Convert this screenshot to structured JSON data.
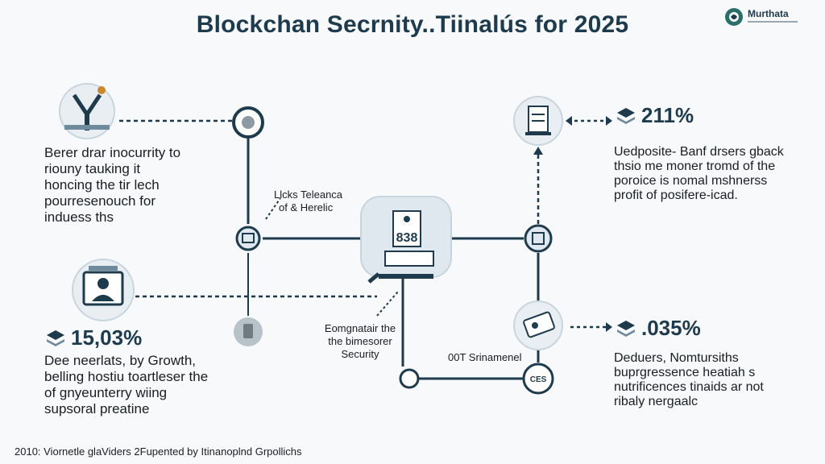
{
  "title": "Blockchan Secrnity..Tiinalús for 2025",
  "logo": {
    "name": "Murthata"
  },
  "left_top_text": [
    "Berer drar inocurrity to",
    "riouny tauking it",
    "honcing the tir lech",
    "pourresenouch for",
    "induess ths"
  ],
  "center_top_label": [
    "Llcks Teleanca",
    "of & Herelic"
  ],
  "center_bottom_label": [
    "Eomgnatair the",
    "the bimesorer",
    "Security"
  ],
  "bottom_mid_label": "00T Srinamenel",
  "left_bottom_stat": "15,03%",
  "left_bottom_text": [
    "Dee neerlats, by Growth,",
    "belling hostiu toartleser the",
    "of gnyeunterry wiing",
    "supsoral preatine"
  ],
  "right_top_stat": "211%",
  "right_top_text": [
    "Uedposite- Banf drsers gback",
    "thsio me moner tromd of the",
    "poroice is nomal mshnerss",
    "profit of posifere-icad."
  ],
  "right_bottom_stat": ".035%",
  "right_bottom_text": [
    "Deduers, Nomtursiths",
    "buprgressence heatiah s",
    "nutrificences tinaids ar not",
    "ribaly nergaalc"
  ],
  "center_node_text": "838",
  "bottom_node_text": "CES",
  "footer": "2010: Viornetle glaViders 2Fupented by Itinanoplnd Grpollichs",
  "colors": {
    "navy": "#1e3a4d",
    "line": "#1e3a4d",
    "node_fill": "#dfe8ee",
    "icon_fill": "#e8eef2"
  }
}
